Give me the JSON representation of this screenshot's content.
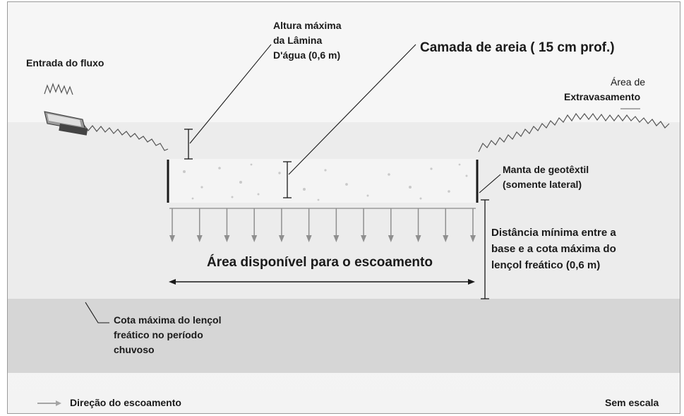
{
  "labels": {
    "inflow": "Entrada do fluxo",
    "max_height_line1": "Altura máxima",
    "max_height_line2": "da Lâmina",
    "max_height_line3": "D'água (0,6 m)",
    "sand_layer": "Camada de areia ( 15 cm prof.)",
    "overflow_line1": "Área de",
    "overflow_line2": "Extravasamento",
    "geotextile_line1": "Manta de geotêxtil",
    "geotextile_line2": "(somente lateral)",
    "min_distance_line1": "Distância mínima entre a",
    "min_distance_line2": "base e a cota máxima do",
    "min_distance_line3": "lençol freático (0,6 m)",
    "flow_area": "Área disponível para o escoamento",
    "water_table_line1": "Cota máxima do lençol",
    "water_table_line2": "freático no período",
    "water_table_line3": "chuvoso",
    "flow_direction": "Direção do escoamento",
    "no_scale": "Sem escala"
  },
  "colors": {
    "ground": "#ebebeb",
    "water_table_band": "#d4d4d4",
    "arrow_gray": "#8f8f8f",
    "line": "#1a1a1a"
  }
}
